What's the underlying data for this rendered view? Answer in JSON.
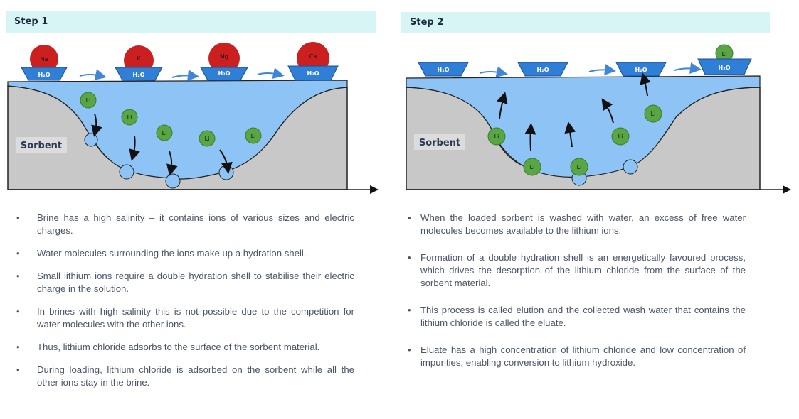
{
  "step1": {
    "title": "Step 1",
    "sorbent_label": "Sorbent",
    "water_label": "H₂O",
    "ions": [
      "Na",
      "K",
      "Mg",
      "Ca"
    ],
    "li_label": "Li",
    "bullets": [
      "Brine has a high salinity – it contains ions of various sizes and electric charges.",
      "Water molecules surrounding the ions make up a hydration shell.",
      "Small lithium ions require a double hydration shell to stabilise their electric charge in the solution.",
      "In brines with high salinity this is not possible due to the competition for water molecules with the other ions.",
      "Thus, lithium chloride adsorbs to the surface of the sorbent material.",
      "During loading, lithium chloride is adsorbed on the sorbent while all the other ions stay in the brine."
    ]
  },
  "step2": {
    "title": "Step 2",
    "sorbent_label": "Sorbent",
    "water_label": "H₂O",
    "li_label": "Li",
    "bullets": [
      "When the loaded sorbent is washed with water, an excess of free water molecules becomes available to the lithium ions.",
      "Formation of a double hydration shell is an energetically favoured process, which drives the desorption of the lithium chloride from the surface of the sorbent material.",
      "This process is called elution and the collected wash water that contains the lithium chloride is called the eluate.",
      "Eluate has a high concentration of lithium chloride and low concentration of impurities, enabling conversion to lithium hydroxide."
    ]
  },
  "colors": {
    "header_bg": "#d8f5f5",
    "water": "#8ec3f5",
    "sorbent": "#c8c8c8",
    "cation": "#cc1f1f",
    "lithium": "#5aa544",
    "arrow_blue": "#3f86d6"
  }
}
